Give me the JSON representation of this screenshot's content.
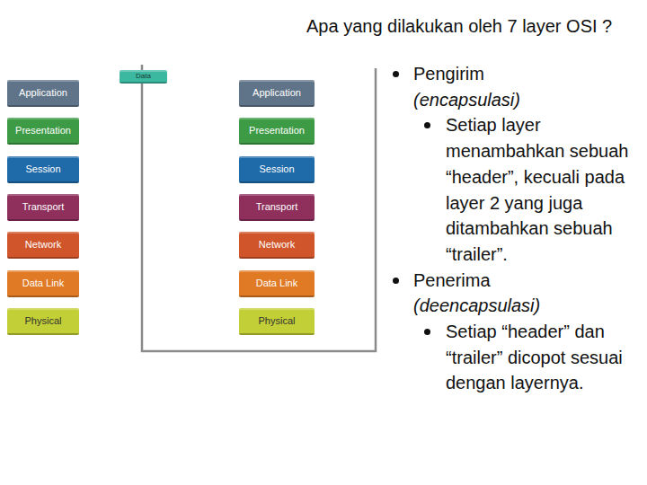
{
  "diagram": {
    "title": "Apa yang dilakukan oleh 7 layer OSI ?",
    "nodes": [
      {
        "text": [
          "Application"
        ]
      },
      {
        "text": [
          "Presentation"
        ]
      },
      {
        "text": [
          "Session"
        ]
      },
      {
        "text": [
          "Transport"
        ]
      },
      {
        "text": [
          "Network"
        ]
      },
      {
        "text": [
          "Data Link"
        ]
      },
      {
        "text": [
          "Physical"
        ]
      },
      {
        "text": [
          "Data"
        ]
      },
      {
        "text": [
          "Application"
        ]
      },
      {
        "text": [
          "Presentation"
        ]
      },
      {
        "text": [
          "Session"
        ]
      },
      {
        "text": [
          "Transport"
        ]
      },
      {
        "text": [
          "Network"
        ]
      },
      {
        "text": [
          "Data Link"
        ]
      },
      {
        "text": [
          "Physical"
        ]
      }
    ],
    "labels": [
      "Pengirim",
      "(encapsulasi)",
      "Setiap layer menambahkan sebuah “header”, kecuali pada layer 2 yang juga ditambahkan sebuah “trailer”.",
      "Penerima",
      "(deencapsulasi)",
      "Setiap “header” dan “trailer” dicopot sesuai dengan layernya."
    ]
  }
}
